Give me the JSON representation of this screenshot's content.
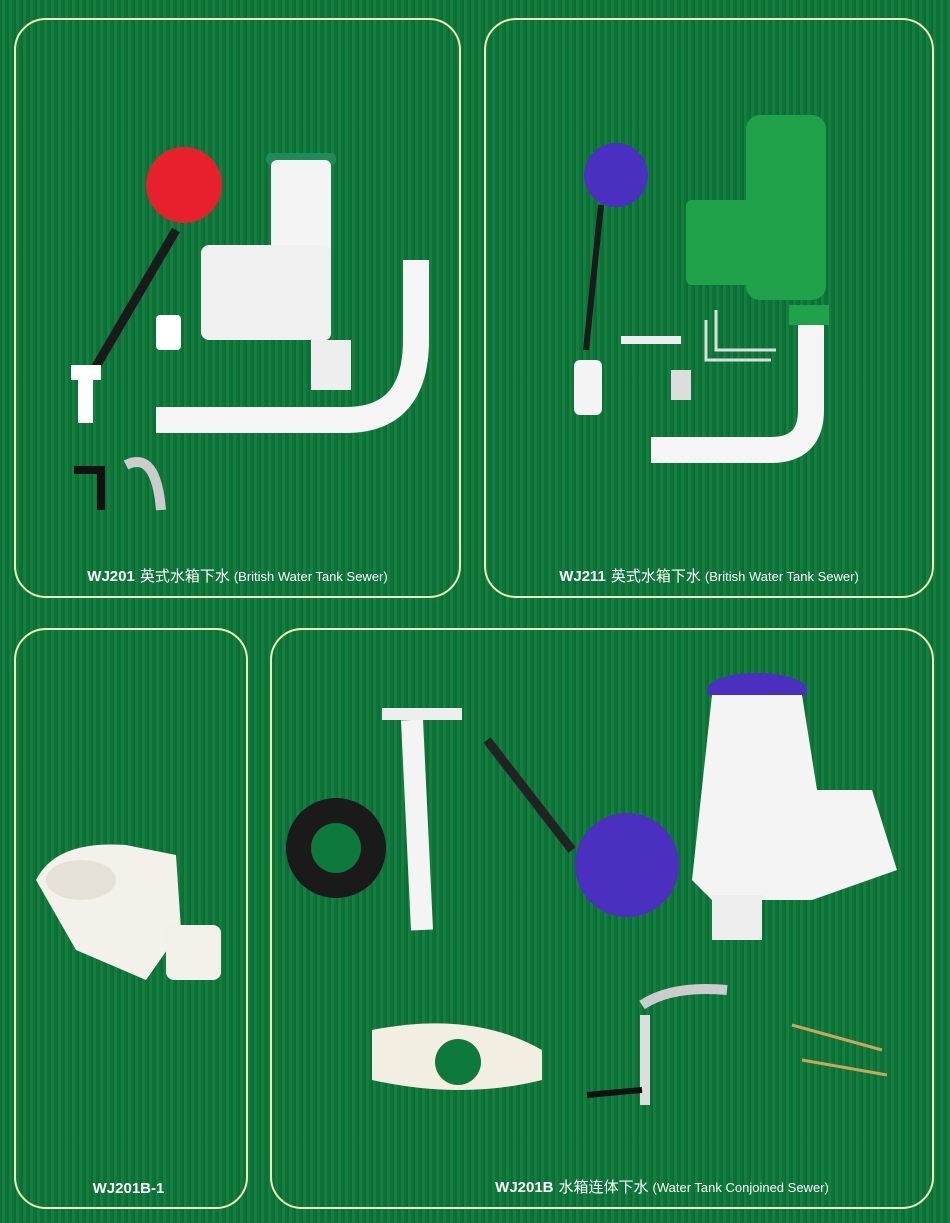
{
  "products": [
    {
      "code": "WJ201",
      "name_zh": "英式水箱下水",
      "name_en": "(British Water Tank Sewer)"
    },
    {
      "code": "WJ211",
      "name_zh": "英式水箱下水",
      "name_en": "(British Water Tank Sewer)"
    },
    {
      "code": "WJ201B-1",
      "name_zh": "",
      "name_en": ""
    },
    {
      "code": "WJ201B",
      "name_zh": "水箱连体下水",
      "name_en": "(Water Tank Conjoined Sewer)"
    }
  ],
  "colors": {
    "background": "#0d7a3b",
    "border": "#efeeb4",
    "float_red": "#e8202c",
    "float_blue": "#4a2fc0",
    "valve_green": "#1fa24a"
  }
}
